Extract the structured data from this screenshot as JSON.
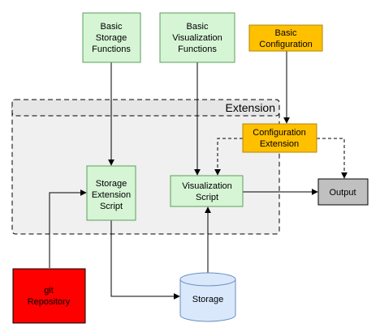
{
  "colors": {
    "green_fill": "#d5f5d5",
    "green_stroke": "#5a9e5a",
    "orange_fill": "#ffc000",
    "orange_stroke": "#b38600",
    "red_fill": "#ff0000",
    "gray_fill": "#c0c0c0",
    "storage_fill": "#dae8fc",
    "storage_stroke": "#6c8ebf",
    "extension_fill": "#f0f0f0"
  },
  "extension": {
    "title": "Extension"
  },
  "nodes": {
    "basic_storage": {
      "lines": [
        "Basic",
        "Storage",
        "Functions"
      ]
    },
    "basic_visualization": {
      "lines": [
        "Basic",
        "Visualization",
        "Functions"
      ]
    },
    "basic_configuration": {
      "lines": [
        "Basic",
        "Configuration"
      ]
    },
    "configuration_extension": {
      "lines": [
        "Configuration",
        "Extension"
      ]
    },
    "storage_extension_script": {
      "lines": [
        "Storage",
        "Extension",
        "Script"
      ]
    },
    "visualization_script": {
      "lines": [
        "Visualization",
        "Script"
      ]
    },
    "output": {
      "lines": [
        "Output"
      ]
    },
    "git_repository": {
      "lines": [
        "git",
        "Repository"
      ]
    },
    "storage": {
      "lines": [
        "Storage"
      ]
    }
  }
}
